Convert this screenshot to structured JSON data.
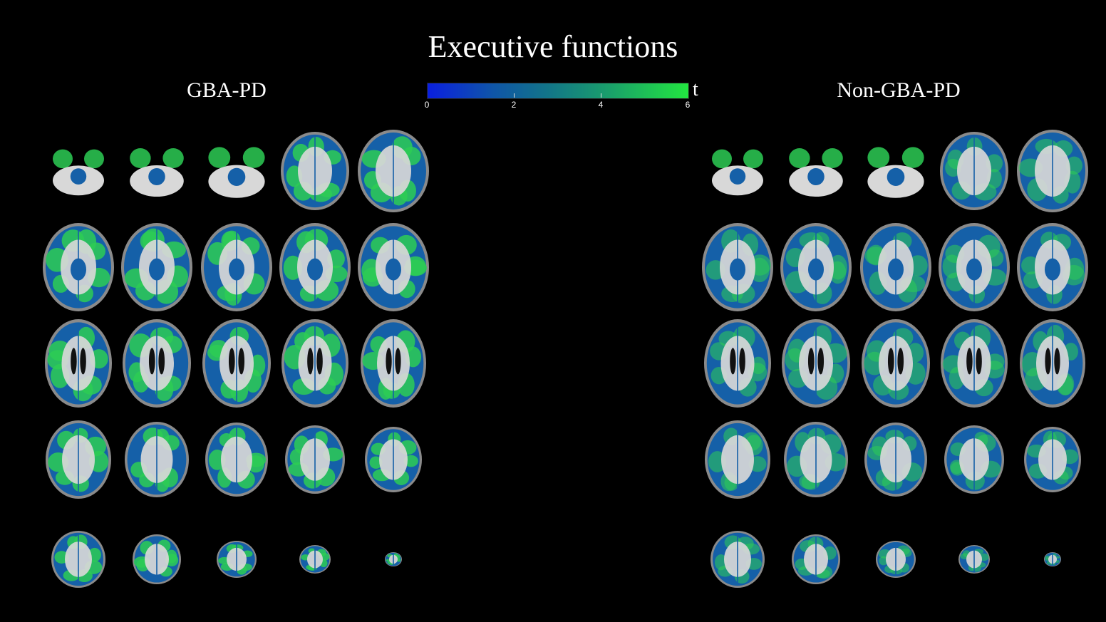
{
  "figure": {
    "title": "Executive functions",
    "colorbar": {
      "unit": "t",
      "ticks": [
        "0",
        "2",
        "4",
        "6"
      ],
      "range": [
        0,
        6
      ],
      "colors": [
        "#0a1fe0",
        "#0f55a8",
        "#12738a",
        "#1aa06a",
        "#22e640"
      ]
    },
    "groups": [
      {
        "label": "GBA-PD"
      },
      {
        "label": "Non-GBA-PD"
      }
    ]
  },
  "colors": {
    "background": "#000000",
    "brain_gray": "#8a8a8a",
    "brain_white": "#d8d8d8",
    "overlay_low": "#1560a8",
    "overlay_high": "#2dcc55"
  }
}
